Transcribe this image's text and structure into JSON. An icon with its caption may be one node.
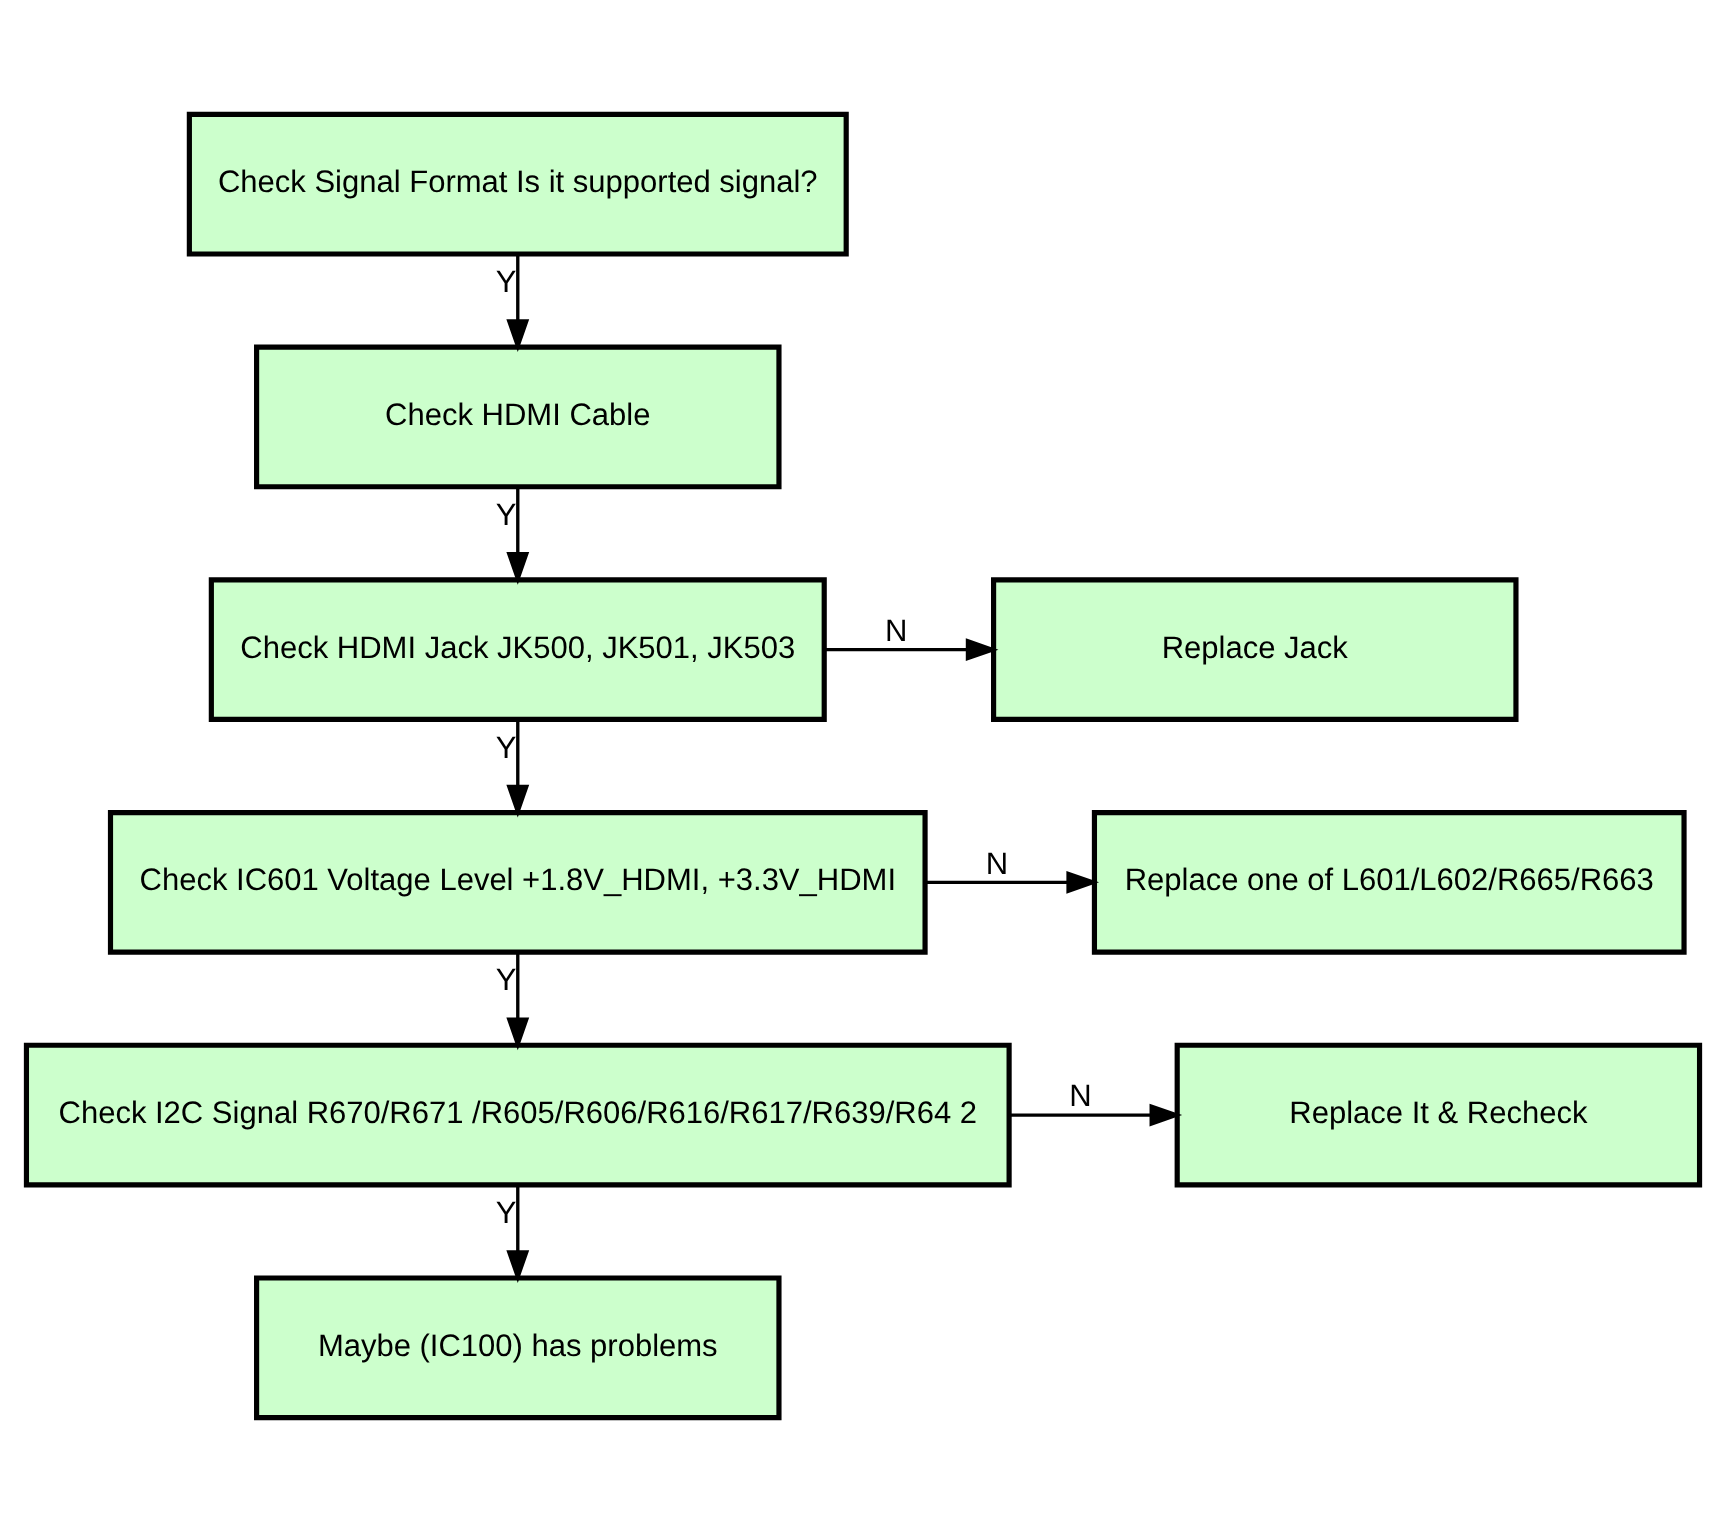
{
  "diagram": {
    "nodes": [
      {
        "text": [
          "Check Signal Format Is it supported signal?"
        ]
      },
      {
        "text": [
          "Check HDMI Cable"
        ]
      },
      {
        "text": [
          "Check HDMI Jack JK500, JK501, JK503"
        ]
      },
      {
        "text": [
          "Replace Jack"
        ]
      },
      {
        "text": [
          "Check IC601 Voltage Level +1.8V_HDMI, +3.3V_HDMI"
        ]
      },
      {
        "text": [
          "Replace one of L601/L602/R665/R663"
        ]
      },
      {
        "text": [
          "Check I2C Signal R670/R671 /R605/R606/R616/R617/R639/R64 2"
        ]
      },
      {
        "text": [
          "Replace It & Recheck"
        ]
      },
      {
        "text": [
          "Maybe (IC100) has problems"
        ]
      }
    ],
    "edges": [
      {
        "from": 0,
        "to": 1,
        "arrow": "to",
        "label": "Y"
      },
      {
        "from": 1,
        "to": 2,
        "arrow": "to",
        "label": "Y"
      },
      {
        "from": 2,
        "to": 3,
        "arrow": "to",
        "label": "N"
      },
      {
        "from": 2,
        "to": 4,
        "arrow": "to",
        "label": "Y"
      },
      {
        "from": 4,
        "to": 5,
        "arrow": "to",
        "label": "N"
      },
      {
        "from": 4,
        "to": 6,
        "arrow": "to",
        "label": "Y"
      },
      {
        "from": 6,
        "to": 7,
        "arrow": "to",
        "label": "N"
      },
      {
        "from": 6,
        "to": 8,
        "arrow": "to",
        "label": "Y"
      }
    ]
  }
}
